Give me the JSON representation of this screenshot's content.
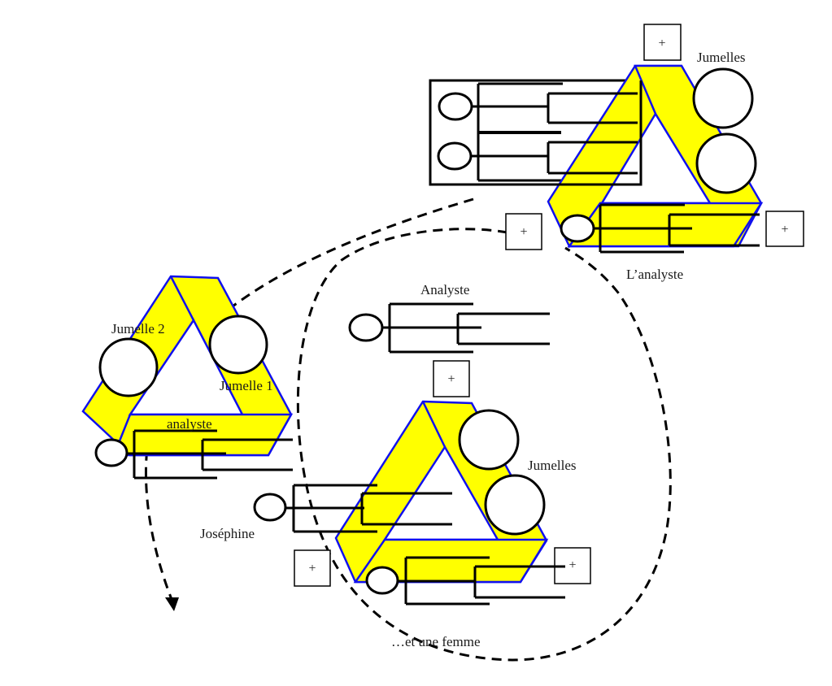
{
  "diagram": {
    "title": "",
    "labels": {
      "top_right_twins": "Jumelles",
      "top_right_analyst": "L’analyste",
      "left_twin_2": "Jumelle 2",
      "left_twin_1": "Jumelle 1",
      "left_analyst": "analyste",
      "center_analyst": "Analyste",
      "center_twins": "Jumelles",
      "josephine": "Joséphine",
      "woman": "…et une femme"
    },
    "plus_symbol": "+",
    "colors": {
      "band_fill": "#ffff00",
      "band_stroke": "#1010ee",
      "line": "#000000"
    },
    "groups": [
      {
        "id": "top-right",
        "description": "triangle with twins, analyst and framed pair of genealogy trees"
      },
      {
        "id": "left",
        "description": "triangle with Jumelle 1, Jumelle 2 and analyste"
      },
      {
        "id": "center",
        "description": "triangle with Jumelles, Joséphine, Analyste inside dashed ellipse"
      }
    ]
  }
}
